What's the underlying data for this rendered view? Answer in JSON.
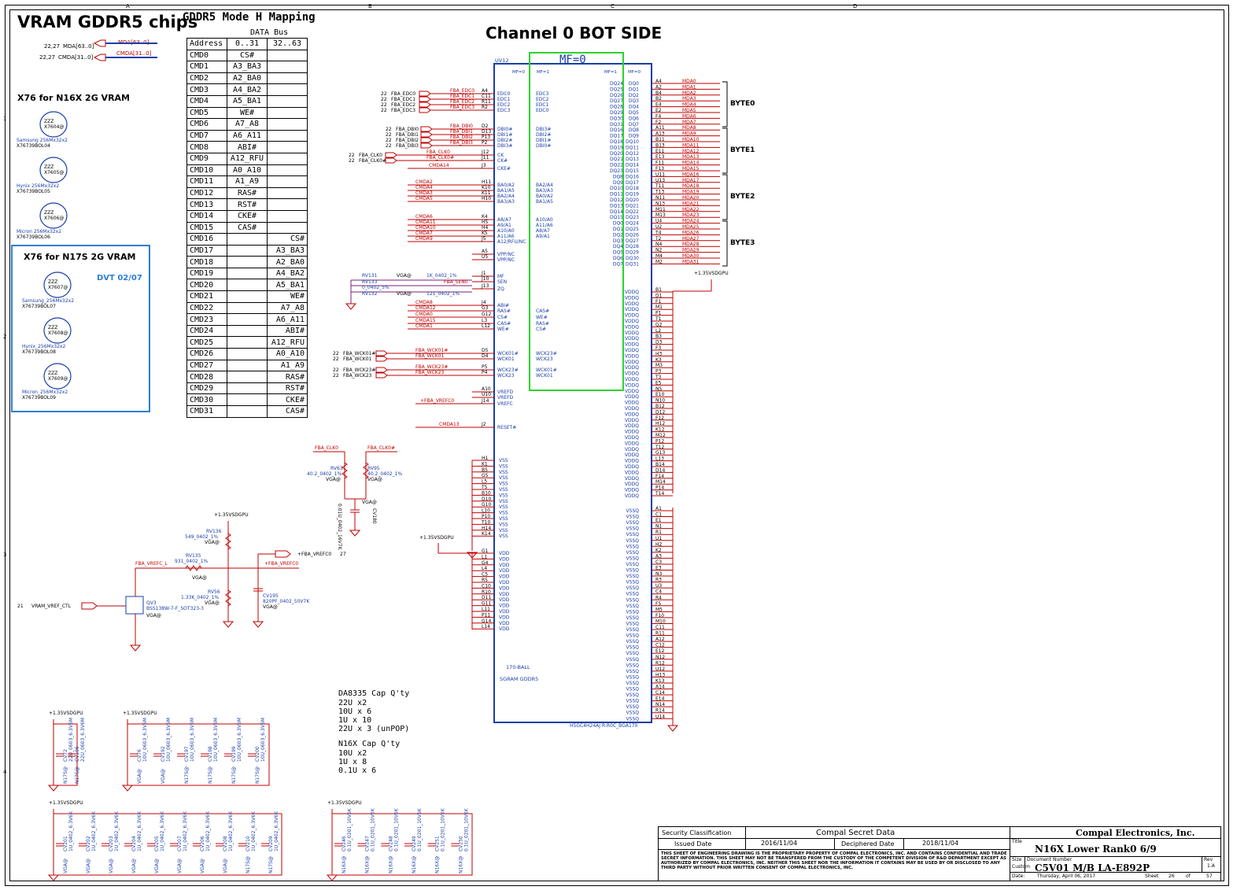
{
  "sheet": {
    "zone_letters": [
      "A",
      "B",
      "C",
      "D"
    ],
    "zone_numbers": [
      "1",
      "2",
      "3",
      "4"
    ]
  },
  "left": {
    "title": "VRAM GDDR5 chips",
    "nets": [
      {
        "ref": "22,27",
        "name": "MDA[63..0]",
        "label": "MDA[63..0]"
      },
      {
        "ref": "22,27",
        "name": "CMDA[31..0]",
        "label": "CMDA[31..0]"
      }
    ],
    "n16x_title": "X76 for N16X 2G VRAM",
    "n16x_items": [
      {
        "zzz": "ZZZ",
        "ref": "X7604@",
        "desc": "Samsung  256Mx32x2",
        "pn": "X76739BOL04"
      },
      {
        "zzz": "ZZZ",
        "ref": "X7605@",
        "desc": "Hynix  256Mx32x2",
        "pn": "X76739BOL05"
      },
      {
        "zzz": "ZZZ",
        "ref": "X7606@",
        "desc": "Micron  256Mx32x2",
        "pn": "X76739BOL06"
      }
    ],
    "n17s_title": "X76 for N17S  2G VRAM",
    "dvt_note": "DVT  02/07",
    "n17s_items": [
      {
        "zzz": "ZZZ",
        "ref": "X7607@",
        "desc": "Samsung_256Mx32x2",
        "pn": "X76739BOL07"
      },
      {
        "zzz": "ZZZ",
        "ref": "X7608@",
        "desc": "Hynix_256Mx32x2",
        "pn": "X76739BOL08"
      },
      {
        "zzz": "ZZZ",
        "ref": "X7609@",
        "desc": "Micron_256Mx32x2",
        "pn": "X76739BOL09"
      }
    ]
  },
  "mapping": {
    "title": "GDDR5  Mode H  Mapping",
    "data_bus": "DATA  Bus",
    "header": [
      "Address",
      "0..31",
      "32..63"
    ],
    "rows": [
      [
        "CMD0",
        "CS#",
        ""
      ],
      [
        "CMD1",
        "A3_BA3",
        ""
      ],
      [
        "CMD2",
        "A2_BA0",
        ""
      ],
      [
        "CMD3",
        "A4_BA2",
        ""
      ],
      [
        "CMD4",
        "A5_BA1",
        ""
      ],
      [
        "CMD5",
        "WE#",
        ""
      ],
      [
        "CMD6",
        "A7_A8",
        ""
      ],
      [
        "CMD7",
        "A6_A11",
        ""
      ],
      [
        "CMD8",
        "ABI#",
        ""
      ],
      [
        "CMD9",
        "A12_RFU",
        ""
      ],
      [
        "CMD10",
        "A0_A10",
        ""
      ],
      [
        "CMD11",
        "A1_A9",
        ""
      ],
      [
        "CMD12",
        "RAS#",
        ""
      ],
      [
        "CMD13",
        "RST#",
        ""
      ],
      [
        "CMD14",
        "CKE#",
        ""
      ],
      [
        "CMD15",
        "CAS#",
        ""
      ],
      [
        "CMD16",
        "",
        "CS#"
      ],
      [
        "CMD17",
        "",
        "A3_BA3"
      ],
      [
        "CMD18",
        "",
        "A2_BA0"
      ],
      [
        "CMD19",
        "",
        "A4_BA2"
      ],
      [
        "CMD20",
        "",
        "A5_BA1"
      ],
      [
        "CMD21",
        "",
        "WE#"
      ],
      [
        "CMD22",
        "",
        "A7_A8"
      ],
      [
        "CMD23",
        "",
        "A6_A11"
      ],
      [
        "CMD24",
        "",
        "ABI#"
      ],
      [
        "CMD25",
        "",
        "A12_RFU"
      ],
      [
        "CMD26",
        "",
        "A0_A10"
      ],
      [
        "CMD27",
        "",
        "A1_A9"
      ],
      [
        "CMD28",
        "",
        "RAS#"
      ],
      [
        "CMD29",
        "",
        "RST#"
      ],
      [
        "CMD30",
        "",
        "CKE#"
      ],
      [
        "CMD31",
        "",
        "CAS#"
      ]
    ]
  },
  "chip": {
    "title": "Channel 0  BOT SIDE",
    "ref": "UV12",
    "mf": "MF=0",
    "mf0": "MF=0",
    "mf1": "MF=1",
    "mf1b": "MF=1",
    "mf0b": "MF=0",
    "part": "H5GC4H24AJ R-R0C_BGA170",
    "ball": "170-BALL",
    "sgram": "SGRAM GDDR5",
    "left_pins": [
      [
        "A4",
        "EDC0",
        "EDC3"
      ],
      [
        "C11",
        "EDC1",
        "EDC2"
      ],
      [
        "R11",
        "EDC2",
        "EDC1"
      ],
      [
        "R2",
        "EDC3",
        "EDC0"
      ],
      [
        "D2",
        "DBI0#",
        "DBI3#"
      ],
      [
        "D13",
        "DBI1#",
        "DBI2#"
      ],
      [
        "P13",
        "DBI2#",
        "DBI1#"
      ],
      [
        "P2",
        "DBI3#",
        "DBI0#"
      ],
      [
        "J12",
        "CK",
        ""
      ],
      [
        "J11",
        "CK#",
        ""
      ],
      [
        "J3",
        "CKE#",
        ""
      ],
      [
        "H11",
        "BA0/A2",
        "BA2/A4"
      ],
      [
        "K10",
        "BA1/A5",
        "BA3/A3"
      ],
      [
        "K11",
        "BA2/A4",
        "BA0/A2"
      ],
      [
        "H10",
        "BA3/A3",
        "BA1/A5"
      ],
      [
        "K4",
        "A8/A7",
        "A10/A0"
      ],
      [
        "H5",
        "A9/A1",
        "A11/A6"
      ],
      [
        "H4",
        "A10/A0",
        "A8/A7"
      ],
      [
        "K5",
        "A11/A6",
        "A9/A1"
      ],
      [
        "J5",
        "A12/RFU/NC",
        ""
      ],
      [
        "A5",
        "VPP/NC",
        ""
      ],
      [
        "U5",
        "VPP/NC",
        ""
      ],
      [
        "J1",
        "MF",
        ""
      ],
      [
        "J10",
        "SEN",
        ""
      ],
      [
        "J13",
        "ZQ",
        ""
      ],
      [
        "J4",
        "ABI#",
        ""
      ],
      [
        "G3",
        "RAS#",
        "CAS#"
      ],
      [
        "G12",
        "CS#",
        "WE#"
      ],
      [
        "L3",
        "CAS#",
        "RAS#"
      ],
      [
        "L12",
        "WE#",
        "CS#"
      ],
      [
        "D5",
        "WCK01#",
        "WCK23#"
      ],
      [
        "D4",
        "WCK01",
        "WCK23"
      ],
      [
        "P5",
        "WCK23#",
        "WCK01#"
      ],
      [
        "P4",
        "WCK23",
        "WCK01"
      ],
      [
        "A10",
        "VREFD",
        ""
      ],
      [
        "U10",
        "VREFD",
        ""
      ],
      [
        "J14",
        "VREFC",
        ""
      ],
      [
        "J2",
        "RESET#",
        ""
      ]
    ],
    "vss_balls": [
      "H1",
      "K1",
      "B5",
      "G5",
      "L5",
      "T5",
      "B10",
      "D10",
      "G10",
      "L10",
      "P10",
      "T10",
      "H14",
      "K14"
    ],
    "vdd_balls": [
      "G1",
      "L1",
      "G4",
      "L4",
      "C5",
      "R5",
      "C10",
      "R10",
      "D11",
      "G11",
      "L11",
      "P11",
      "G14",
      "L14"
    ],
    "dq_right": [
      "DQ0",
      "DQ1",
      "DQ2",
      "DQ3",
      "DQ4",
      "DQ5",
      "DQ6",
      "DQ7",
      "DQ8",
      "DQ9",
      "DQ10",
      "DQ11",
      "DQ12",
      "DQ13",
      "DQ14",
      "DQ15",
      "DQ16",
      "DQ17",
      "DQ18",
      "DQ19",
      "DQ20",
      "DQ21",
      "DQ22",
      "DQ23",
      "DQ24",
      "DQ25",
      "DQ26",
      "DQ27",
      "DQ28",
      "DQ29",
      "DQ30",
      "DQ31"
    ],
    "dq_balls": [
      "A4",
      "A2",
      "B4",
      "B2",
      "E4",
      "E2",
      "F4",
      "F2",
      "A11",
      "A13",
      "B11",
      "B13",
      "E11",
      "E13",
      "F11",
      "F13",
      "U11",
      "U13",
      "T11",
      "T13",
      "N11",
      "N13",
      "M11",
      "M13",
      "U4",
      "U2",
      "T4",
      "T2",
      "N4",
      "N2",
      "M4",
      "M2"
    ],
    "dq_inner": [
      "DQ24",
      "DQ25",
      "DQ26",
      "DQ27",
      "DQ28",
      "DQ29",
      "DQ30",
      "DQ31",
      "DQ16",
      "DQ17",
      "DQ18",
      "DQ19",
      "DQ20",
      "DQ21",
      "DQ22",
      "DQ23",
      "DQ8",
      "DQ9",
      "DQ10",
      "DQ11",
      "DQ12",
      "DQ13",
      "DQ14",
      "DQ15",
      "DQ0",
      "DQ1",
      "DQ2",
      "DQ3",
      "DQ4",
      "DQ5",
      "DQ6",
      "DQ7"
    ],
    "mda": [
      "MDA0",
      "MDA1",
      "MDA2",
      "MDA3",
      "MDA4",
      "MDA5",
      "MDA6",
      "MDA7",
      "MDA8",
      "MDA9",
      "MDA10",
      "MDA11",
      "MDA12",
      "MDA13",
      "MDA14",
      "MDA15",
      "MDA16",
      "MDA17",
      "MDA18",
      "MDA19",
      "MDA20",
      "MDA21",
      "MDA22",
      "MDA23",
      "MDA24",
      "MDA25",
      "MDA26",
      "MDA27",
      "MDA28",
      "MDA29",
      "MDA30",
      "MDA31"
    ],
    "bytes": [
      "BYTE0",
      "BYTE1",
      "BYTE2",
      "BYTE3"
    ],
    "vddq_balls": [
      "B1",
      "D1",
      "F1",
      "M1",
      "P1",
      "T1",
      "G2",
      "L2",
      "B3",
      "D3",
      "F3",
      "H3",
      "K3",
      "M3",
      "P3",
      "T3",
      "E5",
      "N5",
      "E10",
      "N10",
      "B12",
      "D12",
      "F12",
      "H12",
      "K12",
      "M12",
      "P12",
      "T12",
      "G13",
      "L13",
      "B14",
      "D14",
      "F14",
      "M14",
      "P14",
      "T14"
    ],
    "vssq_balls": [
      "A1",
      "C1",
      "E1",
      "N1",
      "R1",
      "U1",
      "H2",
      "K2",
      "A3",
      "C3",
      "E3",
      "N3",
      "R3",
      "U3",
      "C4",
      "R4",
      "F5",
      "M5",
      "F10",
      "M10",
      "C11",
      "R11",
      "A12",
      "C12",
      "E12",
      "N12",
      "R12",
      "U12",
      "H13",
      "K13",
      "A14",
      "C14",
      "E14",
      "N14",
      "R14",
      "U14"
    ],
    "vddq_label": "VDDQ",
    "vssq_label": "VSSQ",
    "vss_label": "VSS",
    "vdd_label": "VDD",
    "pwr_1v35": "+1.35VSDGPU"
  },
  "nets_left": {
    "edc": [
      [
        "22",
        "FBA_EDC0",
        "FBA_EDC0"
      ],
      [
        "22",
        "FBA_EDC1",
        "FBA_EDC1"
      ],
      [
        "22",
        "FBA_EDC2",
        "FBA_EDC2"
      ],
      [
        "22",
        "FBA_EDC3",
        "FBA_EDC3"
      ]
    ],
    "dbi": [
      [
        "22",
        "FBA_DBI0",
        "FBA_DBI0"
      ],
      [
        "22",
        "FBA_DBI1",
        "FBA_DBI1"
      ],
      [
        "22",
        "FBA_DBI2",
        "FBA_DBI2"
      ],
      [
        "22",
        "FBA_DBI3",
        "FBA_DBI3"
      ]
    ],
    "clk": [
      [
        "22",
        "FBA_CLK0",
        "FBA_CLK0"
      ],
      [
        "22",
        "FBA_CLK0#",
        "FBA_CLK0#"
      ],
      [
        "",
        "",
        "CMDA14"
      ]
    ],
    "ba": [
      "CMDA2",
      "CMDA4",
      "CMDA3",
      "CMDA5"
    ],
    "addr": [
      "CMDA6",
      "CMDA11",
      "CMDA10",
      "CMDA7",
      "CMDA9"
    ],
    "ctl": [
      "CMDA8",
      "CMDA12",
      "CMDA0",
      "CMDA15",
      "CMDA1"
    ],
    "wck": [
      [
        "22",
        "FBA_WCK01#",
        "FBA_WCK01#"
      ],
      [
        "22",
        "FBA_WCK01",
        "FBA_WCK01"
      ],
      [
        "22",
        "FBA_WCK23#",
        "FBA_WCK23#"
      ],
      [
        "22",
        "FBA_WCK23",
        "FBA_WCK23"
      ]
    ],
    "vrefc": "+FBA_VREFC0",
    "reset": "CMDA13",
    "mf_res": [
      [
        "RV131",
        "2",
        "VGA@",
        "1",
        "1K_0402_1%"
      ],
      [
        "RV133",
        "2",
        "VGA@",
        "1",
        "FBA_SEN0"
      ],
      [
        "0_0402_5%",
        "",
        "",
        "",
        ""
      ],
      [
        "RV132",
        "2",
        "VGA@",
        "1",
        "121_0402_1%"
      ]
    ]
  },
  "vref": {
    "clk0": "FBA_CLK0",
    "clk0n": "FBA_CLK0#",
    "rv63": "RV63",
    "rv63v": "40.2_0402_1%",
    "rv95": "RV95",
    "rv95v": "40.2_0402_1%",
    "vga": "VGA@",
    "cv180": "CV180",
    "cv180v": "0.01U_0402_16V7K",
    "pwr": "+1.35VSDGPU",
    "rv136": "RV136",
    "rv136v": "549_0402_1%",
    "rv135": "RV135",
    "rv135v": "931_0402_1%",
    "rv56": "RV56",
    "rv56v": "1.33K_0402_1%",
    "cv195": "CV195",
    "cv195v": "820PF_0402_50V7K",
    "vrefc_l": "FBA_VREFC_L",
    "vrefc0": "+FBA_VREFC0",
    "vrefc0_ref": "27",
    "vram_ctl": "VRAM_VREF_CTL",
    "vram_ref": "21",
    "qv3": "QV3",
    "qv3v": "BSS138W-7-F_SOT323-3"
  },
  "caps": {
    "pwr": "+1.35VSDGPU",
    "row1a": [
      [
        "CV72",
        "22U_0603_6.3V6M",
        "N17S@"
      ],
      [
        "CV196",
        "22U_0603_6.3V6M",
        "N17S@"
      ]
    ],
    "row1b": [
      [
        "CV76",
        "10U_0603_6.3V6M",
        "VGA@"
      ],
      [
        "CV192",
        "10U_0603_6.3V6M",
        "VGA@"
      ],
      [
        "CV197",
        "10U_0603_6.3V6M",
        "N17S@"
      ],
      [
        "CV198",
        "10U_0603_6.3V6M",
        "N17S@"
      ],
      [
        "CV199",
        "10U_0603_6.3V6M",
        "N17S@"
      ],
      [
        "CV200",
        "10U_0603_6.3V6M",
        "N17S@"
      ]
    ],
    "row2a": [
      [
        "CV201",
        "1U_0402_6.3V6K",
        "VGA@"
      ],
      [
        "CV202",
        "1U_0402_6.3V6K",
        "VGA@"
      ],
      [
        "CV203",
        "1U_0402_6.3V6K",
        "VGA@"
      ],
      [
        "CV204",
        "1U_0402_6.3V6K",
        "VGA@"
      ],
      [
        "CV205",
        "1U_0402_6.3V6K",
        "VGA@"
      ],
      [
        "CV207",
        "1U_0402_6.3V6K",
        "VGA@"
      ],
      [
        "CV206",
        "1U_0402_6.3V6K",
        "VGA@"
      ],
      [
        "CV208",
        "1U_0402_6.3V6K",
        "VGA@"
      ],
      [
        "CV210",
        "1U_0402_6.3V6K",
        "N17S@"
      ],
      [
        "CV209",
        "1U_0402_6.3V6K",
        "N17S@"
      ]
    ],
    "row2b": [
      [
        "CV246",
        "0.1U_0201_10V6K",
        "N16X@"
      ],
      [
        "CV247",
        "0.1U_0201_10V6K",
        "N16X@"
      ],
      [
        "CV248",
        "0.1U_0201_10V6K",
        "N16X@"
      ],
      [
        "CV249",
        "0.1U_0201_10V6K",
        "N16X@"
      ],
      [
        "CV251",
        "0.1U_0201_10V6K",
        "N16X@"
      ],
      [
        "CV250",
        "0.1U_0201_10V6K",
        "N16X@"
      ]
    ]
  },
  "notes": {
    "da_title": "DA8335  Cap Q'ty",
    "da_lines": [
      "22U x2",
      "10U x 6",
      "1U x 10",
      "22U x 3 (unPOP)"
    ],
    "n16_title": "N16X Cap Q'ty",
    "n16_lines": [
      "10U  x2",
      "1U x 8",
      "0.1U x 6"
    ]
  },
  "titleblock": {
    "sec_label": "Security  Classification",
    "sec_value": "Compal Secret Data",
    "issued_label": "Issued Date",
    "issued_value": "2016/11/04",
    "deciph_label": "Deciphered Date",
    "deciph_value": "2018/11/04",
    "legal": "THIS SHEET OF ENGINEERING DRAWING IS THE PROPRIETARY PROPERTY OF COMPAL ELECTRONICS, INC. AND CONTAINS CONFIDENTIAL AND TRADE SECRET INFORMATION. THIS SHEET MAY NOT BE TRANSFERED FROM THE CUSTODY OF THE COMPETENT DIVISION OF R&D DEPARTMENT EXCEPT AS AUTHORIZED BY COMPAL ELECTRONICS, INC. NEITHER THIS SHEET NOR THE INFORMATION IT CONTAINS MAY BE USED BY OR DISCLOSED TO ANY THIRD PARTY WITHOUT PRIOR WRITTEN CONSENT OF COMPAL ELECTRONICS, INC.",
    "company": "Compal Electronics, Inc.",
    "title_label": "Title",
    "title_value": "N16X Lower Rank0  6/9",
    "size_label": "Size",
    "size_value": "Custom",
    "docnum_label": "Document Number",
    "docnum_value": "C5V01 M/B LA-E892P",
    "rev_label": "Rev",
    "rev_value": "1.A",
    "date_label": "Date:",
    "date_value": "Thursday, April 06, 2017",
    "sheet_label": "Sheet",
    "sheet_value": "26",
    "of_label": "of",
    "of_value": "57"
  }
}
